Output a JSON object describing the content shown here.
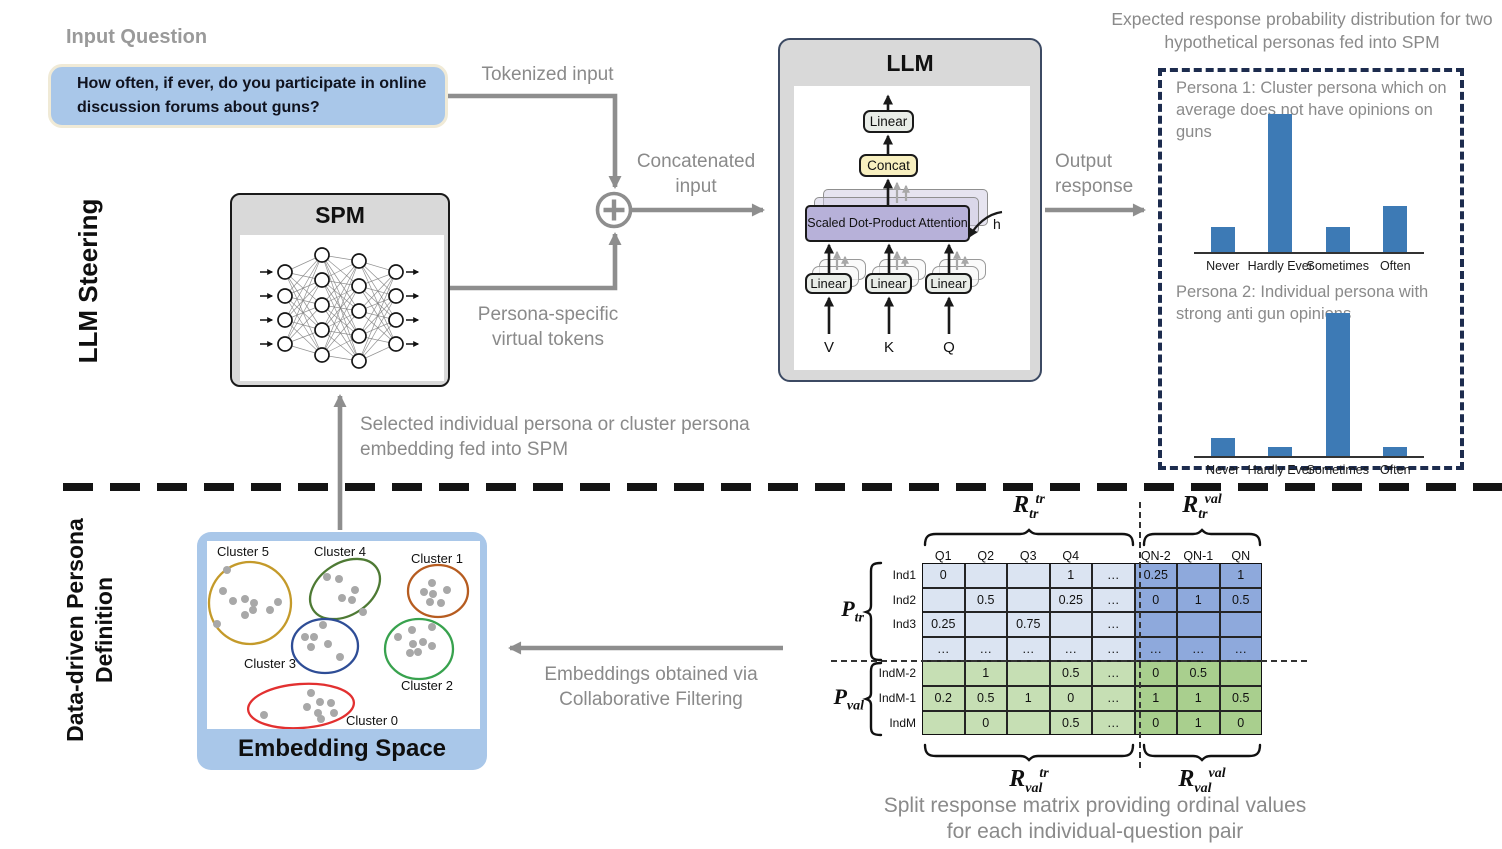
{
  "steering": {
    "section_label": "LLM Steering",
    "input_question_label": "Input Question",
    "question": "How often, if ever, do you participate in online discussion forums about guns?",
    "tokenized_label": "Tokenized input",
    "concatenated_label": "Concatenated input",
    "persona_tokens_label": "Persona-specific virtual tokens",
    "output_label": "Output response",
    "spm_title": "SPM",
    "llm": {
      "title": "LLM",
      "top_linear": "Linear",
      "concat": "Concat",
      "attention": "Scaled Dot-Product Attention",
      "heads": "h",
      "proj_labels": [
        "Linear",
        "Linear",
        "Linear"
      ],
      "inputs": [
        "V",
        "K",
        "Q"
      ]
    }
  },
  "output_panel": {
    "title": "Expected response probability distribution for two hypothetical personas fed into SPM"
  },
  "chart_data": [
    {
      "type": "bar",
      "title": "Persona 1: Cluster persona which on average does not have opinions on guns",
      "categories": [
        "Never",
        "Hardly Ever",
        "Sometimes",
        "Often"
      ],
      "values": [
        0.11,
        0.6,
        0.11,
        0.2
      ],
      "ylim": [
        0,
        0.65
      ],
      "color": "#3d7ab5",
      "xlabel": "",
      "ylabel": ""
    },
    {
      "type": "bar",
      "title": "Persona 2: Individual persona with strong anti gun opinions",
      "categories": [
        "Never",
        "Hardly Ever",
        "Sometimes",
        "Often"
      ],
      "values": [
        0.12,
        0.06,
        0.95,
        0.06
      ],
      "ylim": [
        0,
        1.0
      ],
      "color": "#3d7ab5",
      "xlabel": "",
      "ylabel": ""
    }
  ],
  "persona_def": {
    "section_label": "Data-driven Persona Definition",
    "selected_embedding_label": "Selected individual persona or cluster persona embedding fed into SPM",
    "collab_label": "Embeddings obtained via Collaborative Filtering",
    "embedding_space": {
      "title": "Embedding Space",
      "clusters": [
        {
          "name": "Cluster 5",
          "color": "#c49a2a"
        },
        {
          "name": "Cluster 4",
          "color": "#4e7a34"
        },
        {
          "name": "Cluster 1",
          "color": "#b65c20"
        },
        {
          "name": "Cluster 3",
          "color": "#2e4d96"
        },
        {
          "name": "Cluster 2",
          "color": "#38a24e"
        },
        {
          "name": "Cluster 0",
          "color": "#e23030"
        }
      ]
    },
    "matrix": {
      "col_headers": [
        "Q1",
        "Q2",
        "Q3",
        "Q4",
        "",
        "QN-2",
        "QN-1",
        "QN"
      ],
      "rows": [
        {
          "label": "Ind1",
          "cells": [
            "0",
            "",
            "",
            "1",
            "…",
            "0.25",
            "",
            "1"
          ]
        },
        {
          "label": "Ind2",
          "cells": [
            "",
            "0.5",
            "",
            "0.25",
            "…",
            "0",
            "1",
            "0.5"
          ]
        },
        {
          "label": "Ind3",
          "cells": [
            "0.25",
            "",
            "0.75",
            "",
            "…",
            "",
            "",
            ""
          ]
        },
        {
          "label": "",
          "cells": [
            "…",
            "…",
            "…",
            "…",
            "…",
            "…",
            "…",
            "…"
          ]
        },
        {
          "label": "IndM-2",
          "cells": [
            "",
            "1",
            "",
            "0.5",
            "…",
            "0",
            "0.5",
            ""
          ]
        },
        {
          "label": "IndM-1",
          "cells": [
            "0.2",
            "0.5",
            "1",
            "0",
            "…",
            "1",
            "1",
            "0.5"
          ]
        },
        {
          "label": "IndM",
          "cells": [
            "",
            "0",
            "",
            "0.5",
            "…",
            "0",
            "1",
            "0"
          ]
        }
      ],
      "labels": {
        "p_tr": {
          "base": "P",
          "sub": "tr",
          "sup": ""
        },
        "p_val": {
          "base": "P",
          "sub": "val",
          "sup": ""
        },
        "r_tr_tr": {
          "base": "R",
          "sub": "tr",
          "sup": "tr"
        },
        "r_tr_val": {
          "base": "R",
          "sub": "tr",
          "sup": "val"
        },
        "r_val_tr": {
          "base": "R",
          "sub": "val",
          "sup": "tr"
        },
        "r_val_val": {
          "base": "R",
          "sub": "val",
          "sup": "val"
        }
      }
    },
    "caption": "Split response matrix providing ordinal values for each individual-question pair"
  }
}
